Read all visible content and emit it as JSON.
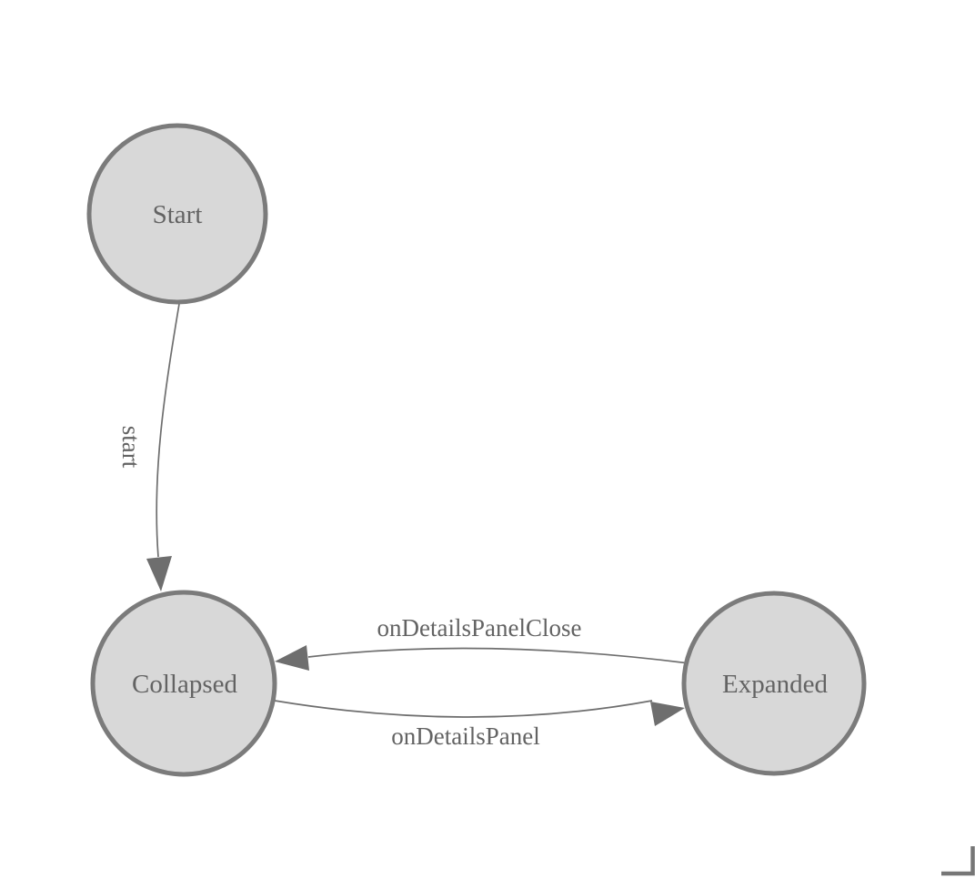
{
  "diagram": {
    "type": "finite-state-machine",
    "background": "#ffffff",
    "palette": {
      "node_fill": "#d8d8d8",
      "node_stroke": "#7b7b7b",
      "edge_color": "#6e6e6e",
      "label_color": "#636363",
      "corner_mark_color": "#767676"
    },
    "nodes": [
      {
        "id": "start",
        "label": "Start"
      },
      {
        "id": "collapsed",
        "label": "Collapsed"
      },
      {
        "id": "expanded",
        "label": "Expanded"
      }
    ],
    "edges": [
      {
        "id": "start-to-collapsed",
        "from": "Start",
        "to": "Collapsed",
        "label": "start",
        "label_rotation_deg": 90
      },
      {
        "id": "expanded-to-collapsed",
        "from": "Expanded",
        "to": "Collapsed",
        "label": "onDetailsPanelClose"
      },
      {
        "id": "collapsed-to-expanded",
        "from": "Collapsed",
        "to": "Expanded",
        "label": "onDetailsPanel"
      }
    ]
  }
}
